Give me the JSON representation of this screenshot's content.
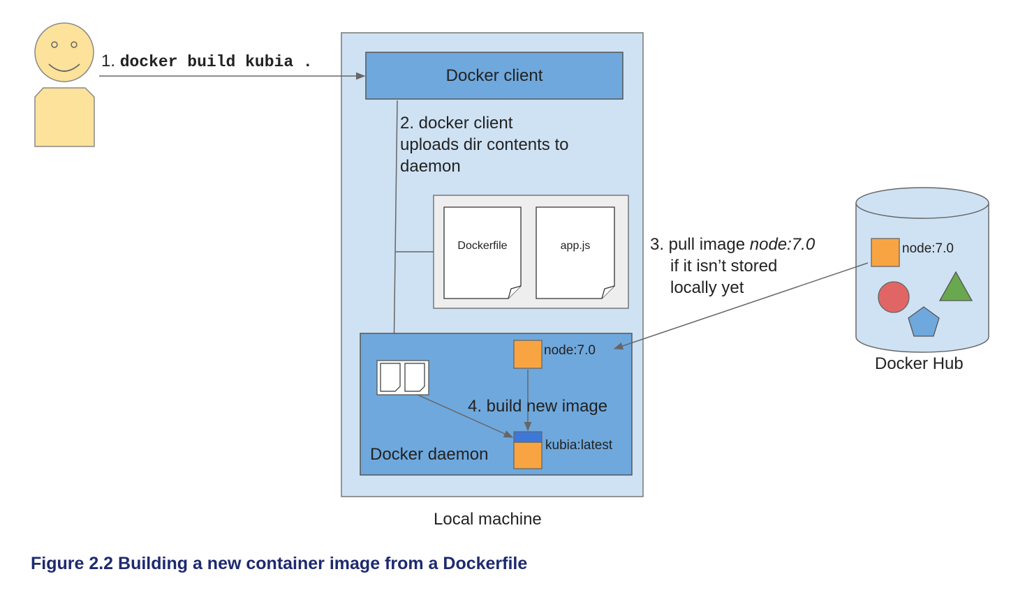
{
  "step1": {
    "number": "1.",
    "command": "docker build kubia ."
  },
  "docker_client": {
    "label": "Docker client"
  },
  "step2": {
    "lines": [
      "2. docker client",
      "uploads dir contents to",
      "daemon"
    ]
  },
  "files": {
    "dockerfile": "Dockerfile",
    "appjs": "app.js"
  },
  "step3": {
    "prefix": "3. pull image ",
    "image": "node:7.0",
    "lines": [
      "if it isn’t stored",
      "locally yet"
    ]
  },
  "docker_hub": {
    "label": "Docker Hub",
    "image_label": "node:7.0"
  },
  "daemon": {
    "label": "Docker daemon",
    "base_image_label": "node:7.0",
    "step4": "4. build new image",
    "new_image_label": "kubia:latest"
  },
  "local_machine": {
    "label": "Local machine"
  },
  "caption": "Figure 2.2 Building a new container image from a Dockerfile",
  "colors": {
    "local_machine_fill": "#cfe2f3",
    "docker_blue": "#6fa8dc",
    "image_orange": "#f9a442",
    "layer_blue": "#3c78d8",
    "person_fill": "#fce29a",
    "cylinder_fill": "#cfe2f3",
    "circle_red": "#e06666",
    "triangle_green": "#6aa84f",
    "pentagon_blue": "#6fa8dc",
    "caption_color": "#1e2a6e"
  }
}
